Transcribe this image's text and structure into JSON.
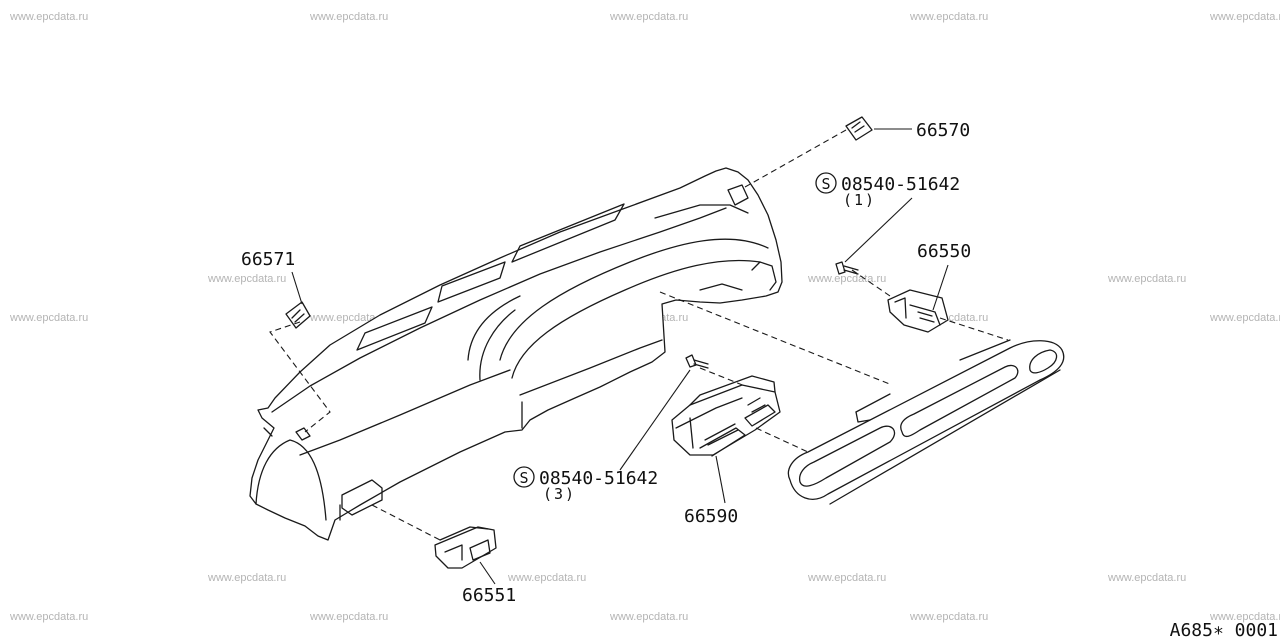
{
  "watermark": "www.epcdata.ru",
  "diagram_code": "A685∗ 0001",
  "callouts": {
    "p66570": "66570",
    "p66571": "66571",
    "p66550": "66550",
    "p66551": "66551",
    "p66590": "66590",
    "screw_upper_number": "08540-51642",
    "screw_upper_qty": "(1)",
    "screw_lower_number": "08540-51642",
    "screw_lower_qty": "(3)",
    "std_symbol": "S"
  },
  "colors": {
    "line": "#1a1a1a",
    "watermark": "#b4b4b4",
    "background": "#ffffff"
  }
}
